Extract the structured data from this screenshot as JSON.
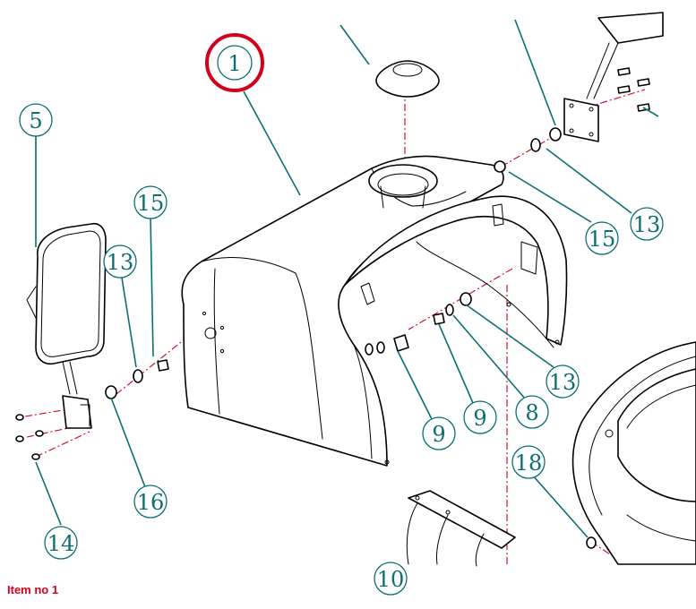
{
  "caption": "Item no 1",
  "colors": {
    "highlight": "#d0021b",
    "callout": "#0b6f72",
    "linework": "#000000"
  },
  "callouts": {
    "c1": "1",
    "c5": "5",
    "c9a": "9",
    "c9b": "9",
    "c8": "8",
    "c13a": "13",
    "c13b": "13",
    "c13c": "13",
    "c14": "14",
    "c15a": "15",
    "c15b": "15",
    "c16": "16",
    "c18": "18",
    "c10": "10"
  }
}
